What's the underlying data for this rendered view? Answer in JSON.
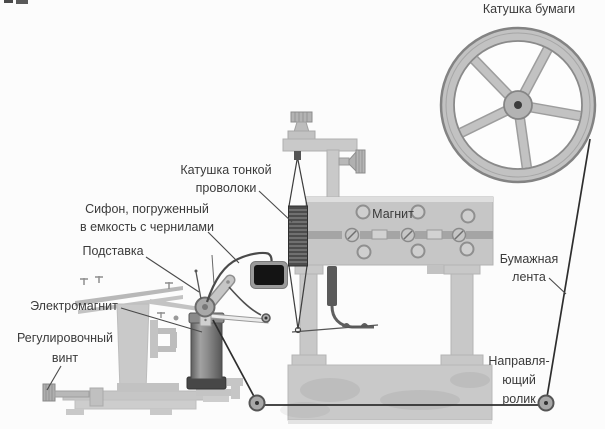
{
  "labels": {
    "paper_reel": {
      "text": "Катушка бумаги"
    },
    "thin_wire_coil": {
      "line1": "Катушка тонкой",
      "line2": "проволоки"
    },
    "siphon": {
      "line1": "Сифон, погруженный",
      "line2": "в емкость с чернилами"
    },
    "stand": {
      "text": "Подставка"
    },
    "electromagnet": {
      "text": "Электромагнит"
    },
    "adjusting_screw": {
      "line1": "Регулировочный",
      "line2": "винт"
    },
    "magnet": {
      "text": "Магнит"
    },
    "paper_tape": {
      "line1": "Бумажная",
      "line2": "лента"
    },
    "guide_roller": {
      "line1": "Направля-",
      "line2": "ющий",
      "line3": "ролик"
    }
  },
  "colors": {
    "background": "#fcfcfc",
    "text": "#3b3b3b",
    "machine_light": "#c7c7c7",
    "machine_dark": "#4a4a4a",
    "ink": "#141414",
    "tape_line": "#2e2e2e"
  }
}
